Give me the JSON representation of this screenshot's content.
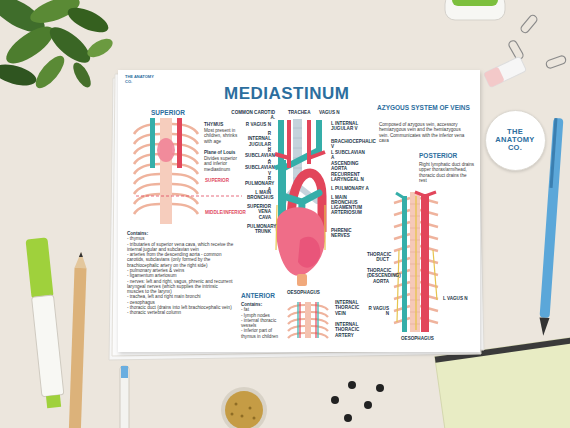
{
  "diagram": {
    "title": "MEDIASTINUM",
    "nodes": [
      {
        "text": [
          "THE ANATOMY CO."
        ]
      }
    ],
    "labels": [
      "THE ANATOMY CO.",
      "SUPERIOR",
      "THYMUS",
      "Most present in children, shrinks with age",
      "Plane of Louis",
      "Divides superior and inferior mediastinum",
      "SUPERIOR",
      "MIDDLE/INFERIOR",
      "COMMON CAROTID A.",
      "TRACHEA",
      "VAGUS N",
      "R VAGUS N",
      "L INTERNAL JUGULAR V",
      "R INTERNAL JUGULAR V",
      "BRACHIOCEPHALIC V",
      "R SUBCLAVIAN A",
      "L SUBCLAVIAN A",
      "R SUBCLAVIAN V",
      "ASCENDING AORTA",
      "RECURRENT LARYNGEAL N",
      "R PULMONARY A",
      "L PULMONARY A",
      "L MAIN BRONCHUS",
      "L MAIN BRONCHUS",
      "SUPERIOR VENA CAVA",
      "LIGAMENTUM ARTERIOSUM",
      "PULMONARY TRUNK",
      "PHRENIC NERVES",
      "OESOPHAGUS",
      "Contains:",
      "- thymus",
      "- tributaries of superior vena cava, which receive the internal jugular and subclavian vein",
      "- arteries from the descending aorta - common carotids, subclavians (only formed by the brachiocephalic artery on the right side)",
      "- pulmonary arteries & veins",
      "- ligamentum arteriosum",
      "- nerves: left and right, vagus, phrenic and recurrent laryngeal nerves (which supplies the intrinsic muscles to the larynx)",
      "- trachea, left and right main bronchi",
      "- oesophagus",
      "- thoracic duct (drains into left brachiocephalic vein)",
      "- thoracic vertebral column",
      "ANTERIOR",
      "Contains:",
      "- fat",
      "- lymph nodes",
      "- internal thoracic vessels",
      "- inferior part of thymus in children",
      "INTERNAL THORACIC VEIN",
      "INTERNAL THORACIC ARTERY",
      "AZYGOUS SYSTEM OF VEINS",
      "Composed of azygous vein, accessory hemiazygous vein and the hemiazygous vein. Communicates with the inferior vena cava",
      "POSTERIOR",
      "Right lymphatic duct drains upper thorax/arm/head, thoracic duct drains the rest",
      "THORACIC DUCT",
      "THORACIC (DESCENDING) AORTA",
      "R VAGUS N",
      "L VAGUS N",
      "OESOPHAGUS"
    ]
  }
}
